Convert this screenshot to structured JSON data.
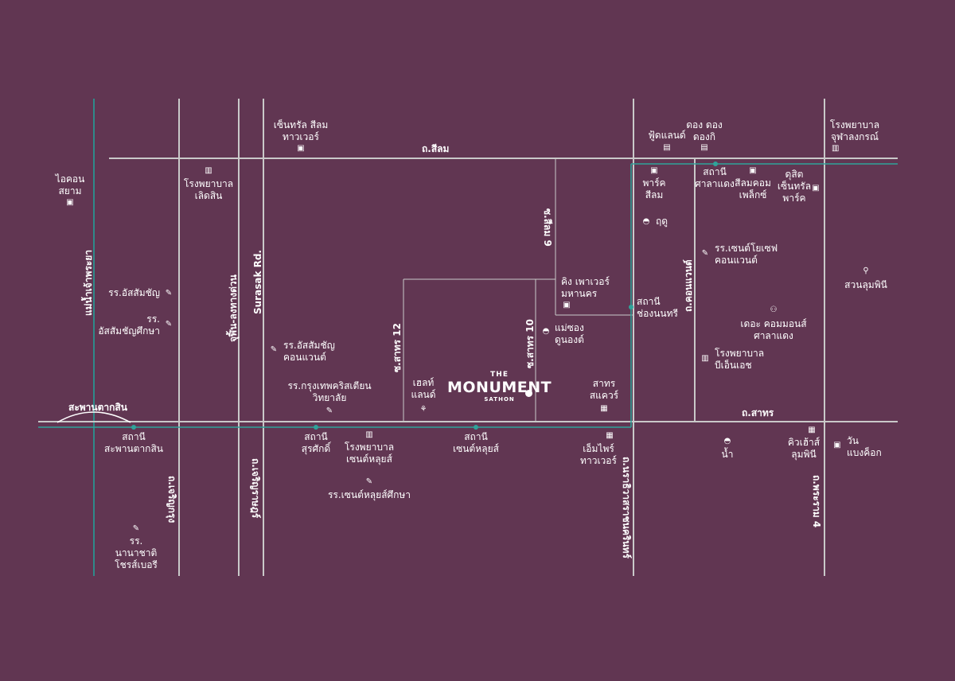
{
  "colors": {
    "background": "#613652",
    "road": "#c9c9c9",
    "river": "#2f8a8a",
    "bts": "#2fa39a",
    "text": "#ffffff"
  },
  "roads": {
    "silom": "ถ.สีลม",
    "sathorn": "ถ.สาทร",
    "soi_silom_9": "ซ.สีลม 9",
    "soi_sathorn_12": "ซ.สาทร 12",
    "soi_sathorn_10": "ซ.สาทร 10",
    "convent": "ถ.คอนแวนต์",
    "rama4": "ถ.พระราม 4",
    "charoen_krung": "ถ.เจริญกรุง",
    "charoen_rat": "ถ.เจริญราษฎร์",
    "surasak": "Surasak Rd.",
    "river": "แม่น้ำเจ้าพระยา",
    "chun_tong": "จุฬิ้น-ลงทางด่วน",
    "narathiwat": "ถ.นราธิวาสราชนครินทร์",
    "bridge": "สะพานตากสิน"
  },
  "project": {
    "the": "THE",
    "name": "MONUMENT",
    "sub": "SATHON"
  },
  "labels": {
    "iconsiam": "ไอคอน\nสยาม",
    "lerdsin": "โรงพยาบาล\nเลิดสิน",
    "central_silom": "เซ็นทรัล สีลม\nทาวเวอร์",
    "foodland": "ฟู้ดแลนด์",
    "dongdong": "ดอง ดอง\nดองกิ",
    "chula": "โรงพยาบาล\nจุฬาลงกรณ์",
    "park_silom": "พาร์ค\nสีลม",
    "sala_daeng": "สถานี\nศาลาแดง",
    "silom_complex": "สีลมคอม\nเพล็กซ์",
    "dusit": "ดุสิต\nเซ็นทรัล\nพาร์ค",
    "tudu": "ฤดู",
    "st_joseph": "รร.เซนต์โยเซฟ\nคอนแวนต์",
    "lumpini": "สวนลุมพินี",
    "assumption": "รร.อัสสัมชัญ",
    "assumption_suksa": "รร.\nอัสสัมชัญศึกษา",
    "king_power": "คิง เพาเวอร์\nมหานคร",
    "chong_nonsi": "สถานี\nช่องนนทรี",
    "the_commons": "เดอะ คอมมอนส์\nศาลาแดง",
    "mae_song": "แม่ซอง\nดูนองต์",
    "bnh": "โรงพยาบาล\nบีเอ็นเอช",
    "assumption_convent": "รร.อัสสัมชัญ\nคอนแวนต์",
    "bangkok_christian": "รร.กรุงเทพคริสเตียน\nวิทยาลัย",
    "health_land": "เฮลท์\nแลนด์",
    "sathorn_square": "สาทร\nสแควร์",
    "saphan_taksin": "สถานี\nสะพานตากสิน",
    "surasak_st": "สถานี\nสุรศักดิ์",
    "st_louis_hosp": "โรงพยาบาล\nเซนต์หลุยส์",
    "st_louis_st": "สถานี\nเซนต์หลุยส์",
    "empire": "เอ็มไพร์\nทาวเวอร์",
    "nam": "น้ำ",
    "q_house": "คิวเฮ้าส์\nลุมพินี",
    "one_bangkok": "วัน\nแบงค็อก",
    "st_louis_school": "รร.เซนต์หลุยส์ศึกษา",
    "international": "รร.\nนานาชาติ\nโชรส์เบอรี"
  }
}
